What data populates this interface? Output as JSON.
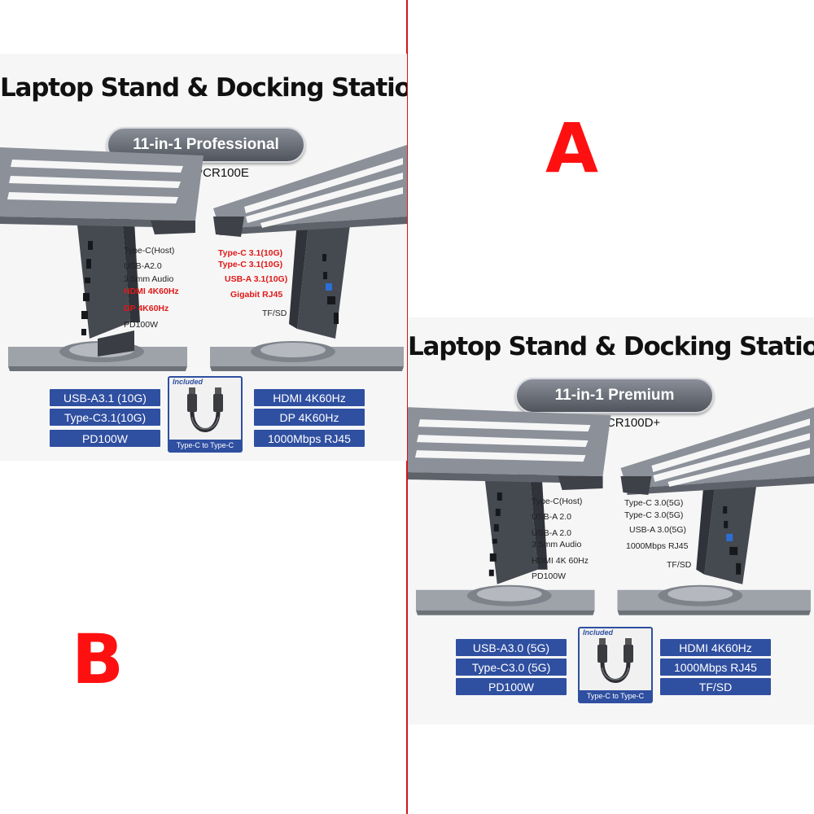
{
  "colors": {
    "divider": "#d0161c",
    "letter": "#ff1010",
    "badge": "#2f4fa0",
    "highlight_text": "#e01818"
  },
  "labels": {
    "a": "A",
    "b": "B"
  },
  "panel_a": {
    "title": "Laptop Stand & Docking Station",
    "pill": "11-in-1 Professional",
    "model": "Model:PCR100E",
    "left_ports": [
      "Type-C(Host)",
      "USB-A2.0",
      "3.5mm Audio",
      "HDMI 4K60Hz",
      "DP 4K60Hz",
      "PD100W"
    ],
    "right_ports": [
      "Type-C 3.1(10G)",
      "Type-C 3.1(10G)",
      "USB-A 3.1(10G)",
      "Gigabit RJ45",
      "TF/SD"
    ],
    "badges_left": [
      "USB-A3.1 (10G)",
      "Type-C3.1(10G)",
      "PD100W"
    ],
    "badges_right": [
      "HDMI 4K60Hz",
      "DP 4K60Hz",
      "1000Mbps RJ45"
    ],
    "cable_included": "Included",
    "cable_caption": "Type-C to Type-C"
  },
  "panel_b": {
    "title": "Laptop Stand & Docking Station",
    "pill": "11-in-1 Premium",
    "model": "Model:PCR100D+",
    "left_ports": [
      "Type-C(Host)",
      "USB-A 2.0",
      "USB-A 2.0",
      "3.5mm Audio",
      "HDMI 4K 60Hz",
      "PD100W"
    ],
    "right_ports": [
      "Type-C 3.0(5G)",
      "Type-C 3.0(5G)",
      "USB-A 3.0(5G)",
      "1000Mbps RJ45",
      "TF/SD"
    ],
    "badges_left": [
      "USB-A3.0 (5G)",
      "Type-C3.0 (5G)",
      "PD100W"
    ],
    "badges_right": [
      "HDMI 4K60Hz",
      "1000Mbps RJ45",
      "TF/SD"
    ],
    "cable_included": "Included",
    "cable_caption": "Type-C to Type-C"
  }
}
